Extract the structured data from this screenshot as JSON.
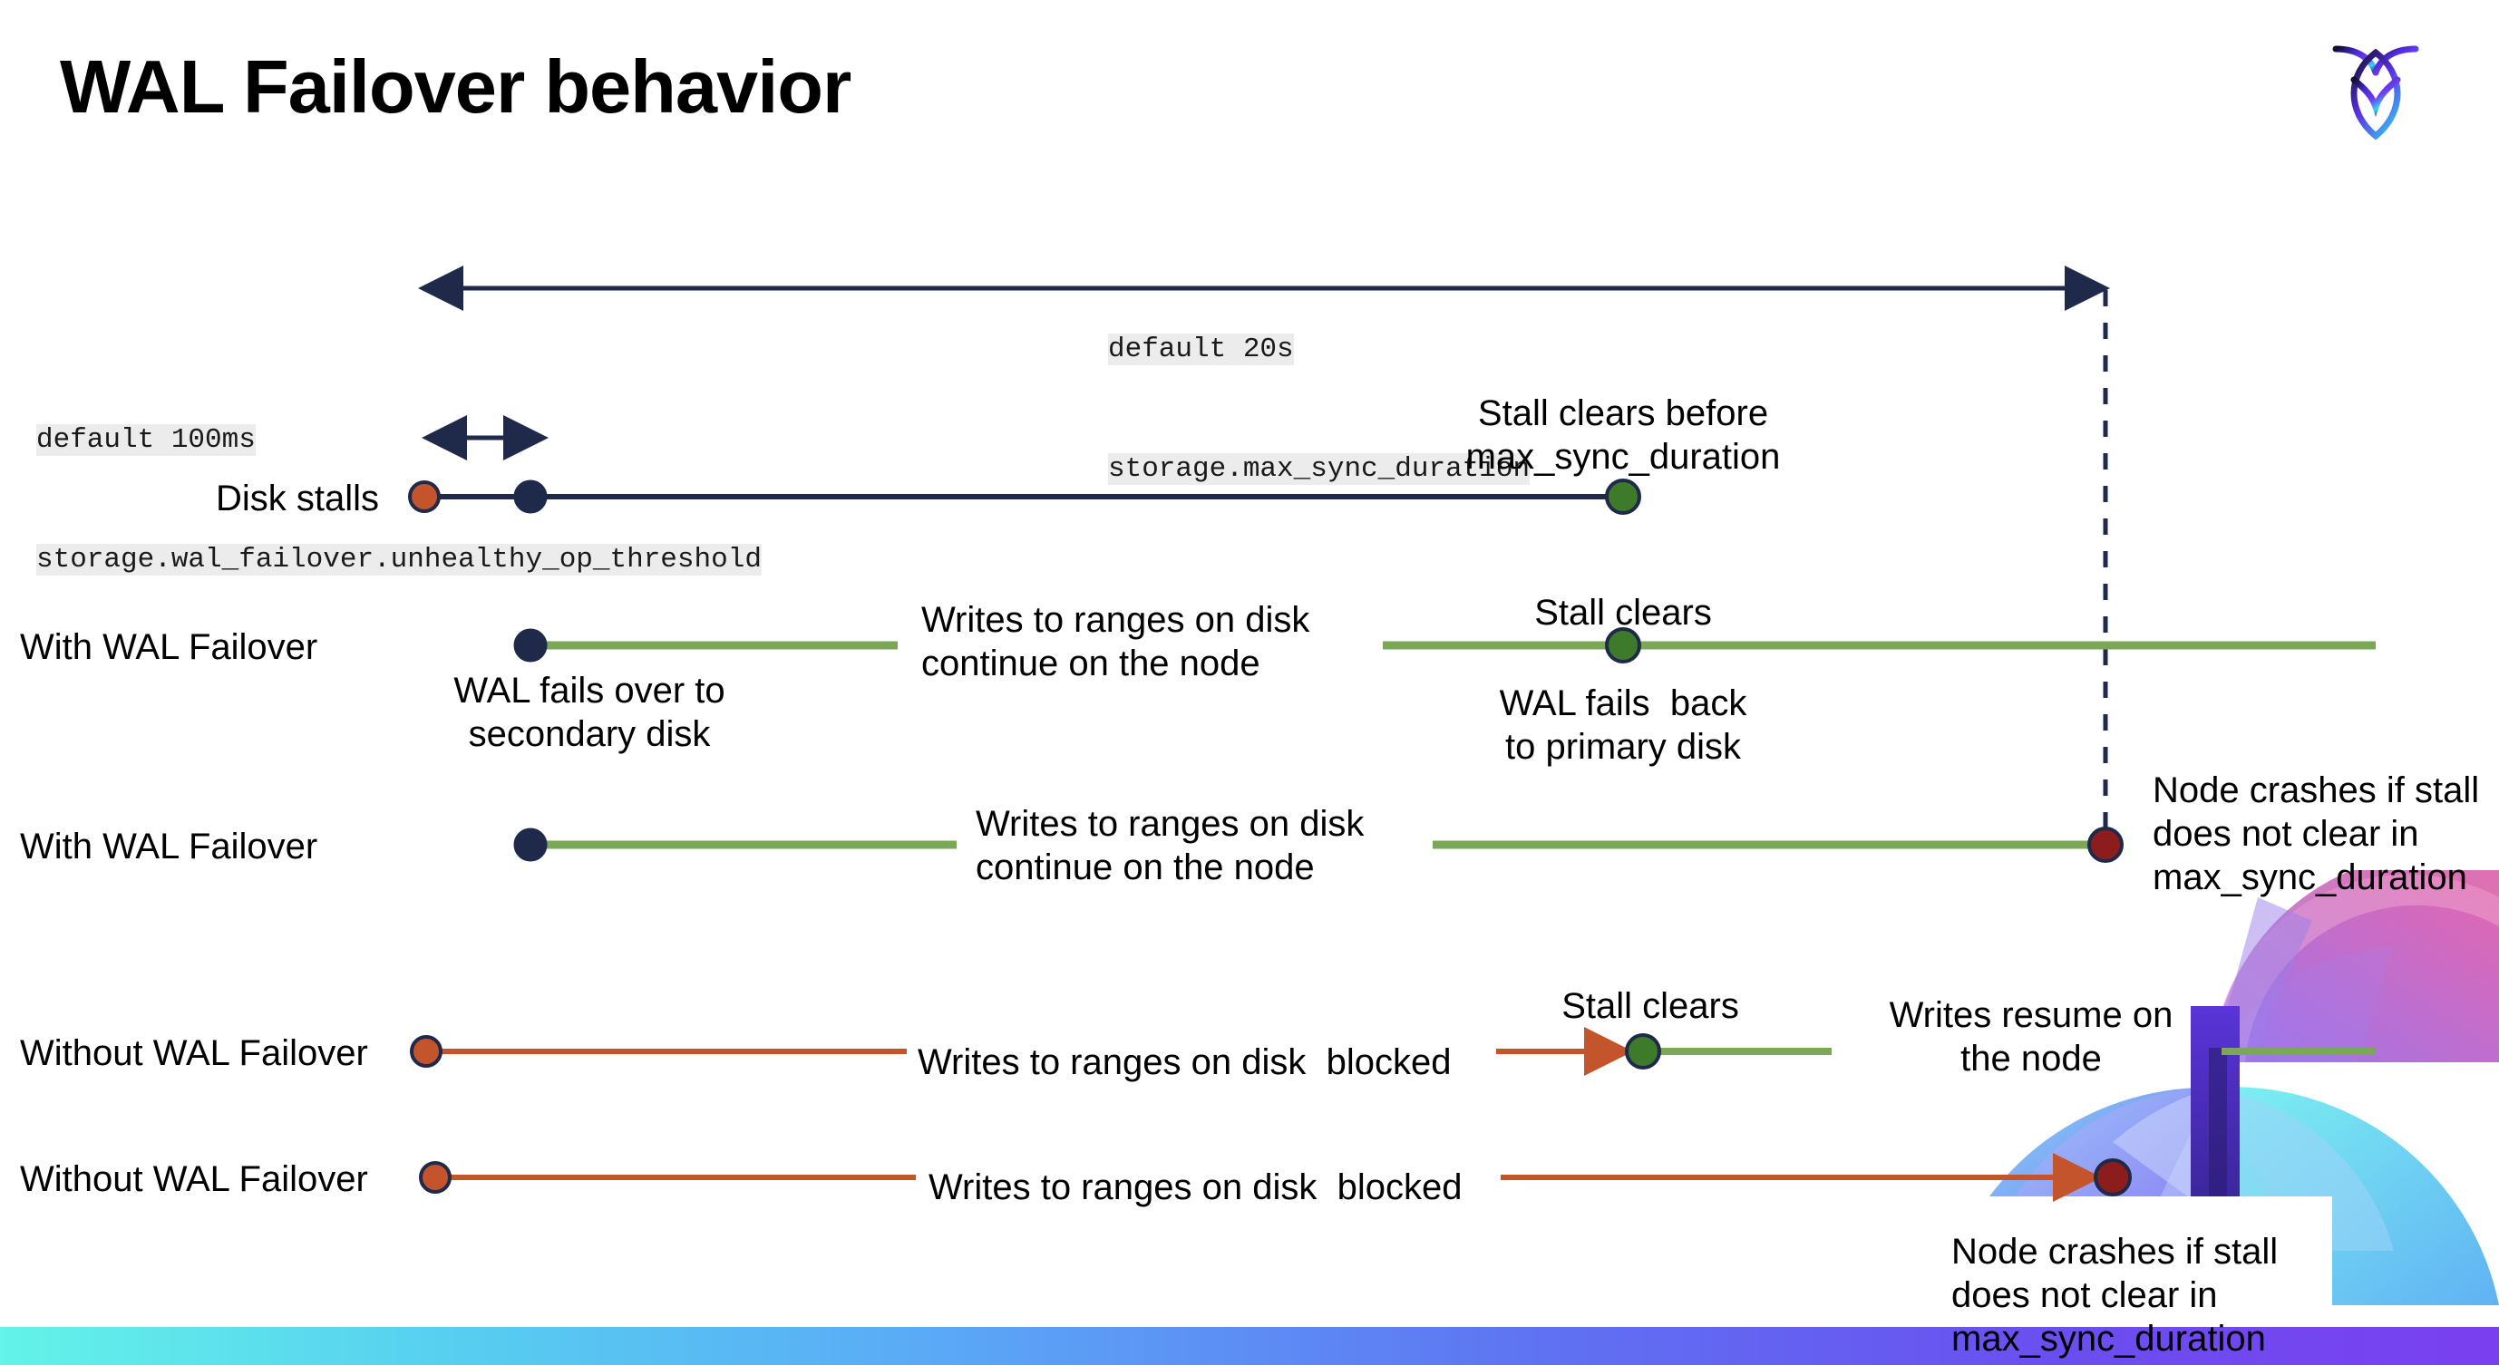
{
  "slide": {
    "title": "WAL Failover behavior",
    "logo_name": "cockroachdb-logo"
  },
  "colors": {
    "navy": "#1f2a4a",
    "green_line": "#7aa857",
    "green_dot": "#3d7a2a",
    "orange": "#c4542c",
    "dark_red": "#8b1d1d",
    "code_bg": "#ececec",
    "text": "#000000"
  },
  "annotations": {
    "max_sync": {
      "line1": "default 20s",
      "line2": "storage.max_sync_duration"
    },
    "unhealthy_threshold": {
      "line1": "default 100ms",
      "line2": "storage.wal_failover.unhealthy_op_threshold"
    }
  },
  "rows": [
    {
      "id": "disk-stalls",
      "label": "Disk stalls",
      "callouts": [
        {
          "id": "stall-clears-before",
          "text": "Stall clears before\nmax_sync_duration"
        }
      ]
    },
    {
      "id": "with-wal-failover-1",
      "label": "With WAL Failover",
      "callouts": [
        {
          "id": "writes-continue",
          "text": "Writes to ranges on disk\ncontinue on the node"
        },
        {
          "id": "stall-clears",
          "text": "Stall clears"
        },
        {
          "id": "wal-fails-over",
          "text": "WAL fails over to\nsecondary disk"
        },
        {
          "id": "wal-fails-back",
          "text": "WAL fails  back\nto primary disk"
        }
      ]
    },
    {
      "id": "with-wal-failover-2",
      "label": "With WAL Failover",
      "callouts": [
        {
          "id": "writes-continue-2",
          "text": "Writes to ranges on disk\ncontinue on the node"
        },
        {
          "id": "node-crashes-1",
          "text": "Node crashes if stall\ndoes not clear in\nmax_sync_duration"
        }
      ]
    },
    {
      "id": "without-wal-failover-1",
      "label": "Without WAL Failover",
      "callouts": [
        {
          "id": "writes-blocked-1",
          "text": "Writes to ranges on disk  blocked"
        },
        {
          "id": "stall-clears-2",
          "text": "Stall clears"
        },
        {
          "id": "writes-resume",
          "text": "Writes resume on\nthe node"
        }
      ]
    },
    {
      "id": "without-wal-failover-2",
      "label": "Without WAL Failover",
      "callouts": [
        {
          "id": "writes-blocked-2",
          "text": "Writes to ranges on disk  blocked"
        },
        {
          "id": "node-crashes-2",
          "text": "Node crashes if stall\ndoes not clear in\nmax_sync_duration"
        }
      ]
    }
  ],
  "labels": {
    "disk_stalls": "Disk stalls",
    "with_wal_failover_a": "With WAL Failover",
    "with_wal_failover_b": "With WAL Failover",
    "without_wal_failover_a": "Without WAL Failover",
    "without_wal_failover_b": "Without WAL Failover",
    "stall_clears_before": "Stall clears before\nmax_sync_duration",
    "writes_continue_a": "Writes to ranges on disk\ncontinue on the node",
    "stall_clears_a": "Stall clears",
    "wal_fails_over": "WAL fails over to\nsecondary disk",
    "wal_fails_back": "WAL fails  back\nto primary disk",
    "writes_continue_b": "Writes to ranges on disk\ncontinue on the node",
    "node_crashes_a": "Node crashes if stall\ndoes not clear in\nmax_sync_duration",
    "writes_blocked_a": "Writes to ranges on disk  blocked",
    "stall_clears_b": "Stall clears",
    "writes_resume": "Writes resume on\nthe node",
    "writes_blocked_b": "Writes to ranges on disk  blocked",
    "node_crashes_b": "Node crashes if stall\ndoes not clear in\nmax_sync_duration"
  }
}
